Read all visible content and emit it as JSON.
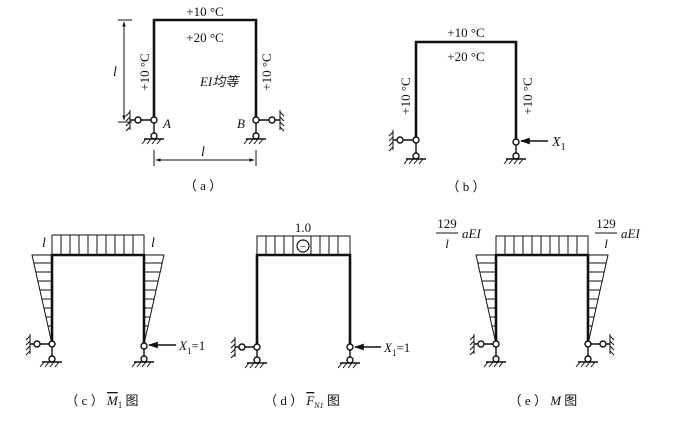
{
  "panel_a": {
    "top_outer": "+10 °C",
    "top_inner": "+20 °C",
    "left_outer": "+10 °C",
    "right_outer": "+10 °C",
    "height_label": "l",
    "width_label": "l",
    "ei_label": "EI均等",
    "support_a": "A",
    "support_b": "B",
    "caption": "（ a ）"
  },
  "panel_b": {
    "top_outer": "+10 °C",
    "top_inner": "+20 °C",
    "left_outer": "+10 °C",
    "right_outer": "+10 °C",
    "force": "X",
    "force_sub": "1",
    "caption": "（ b ）"
  },
  "panel_c": {
    "left_value": "l",
    "right_value": "l",
    "force": "X",
    "force_sub": "1",
    "force_eq": "=1",
    "caption_prefix": "（ c ） ",
    "caption_symbol": "M",
    "caption_sub": "1",
    "caption_suffix": " 图"
  },
  "panel_d": {
    "value": "1.0",
    "sign": "−",
    "force": "X",
    "force_sub": "1",
    "force_eq": "=1",
    "caption_prefix": "（ d ） ",
    "caption_symbol": "F",
    "caption_sub": "N1",
    "caption_suffix": " 图"
  },
  "panel_e": {
    "left_num": "129",
    "left_den": "l",
    "left_tail": "aEI",
    "right_num": "129",
    "right_den": "l",
    "right_tail": "aEI",
    "caption_prefix": "（ e ） ",
    "caption_symbol": "M",
    "caption_suffix": " 图"
  }
}
